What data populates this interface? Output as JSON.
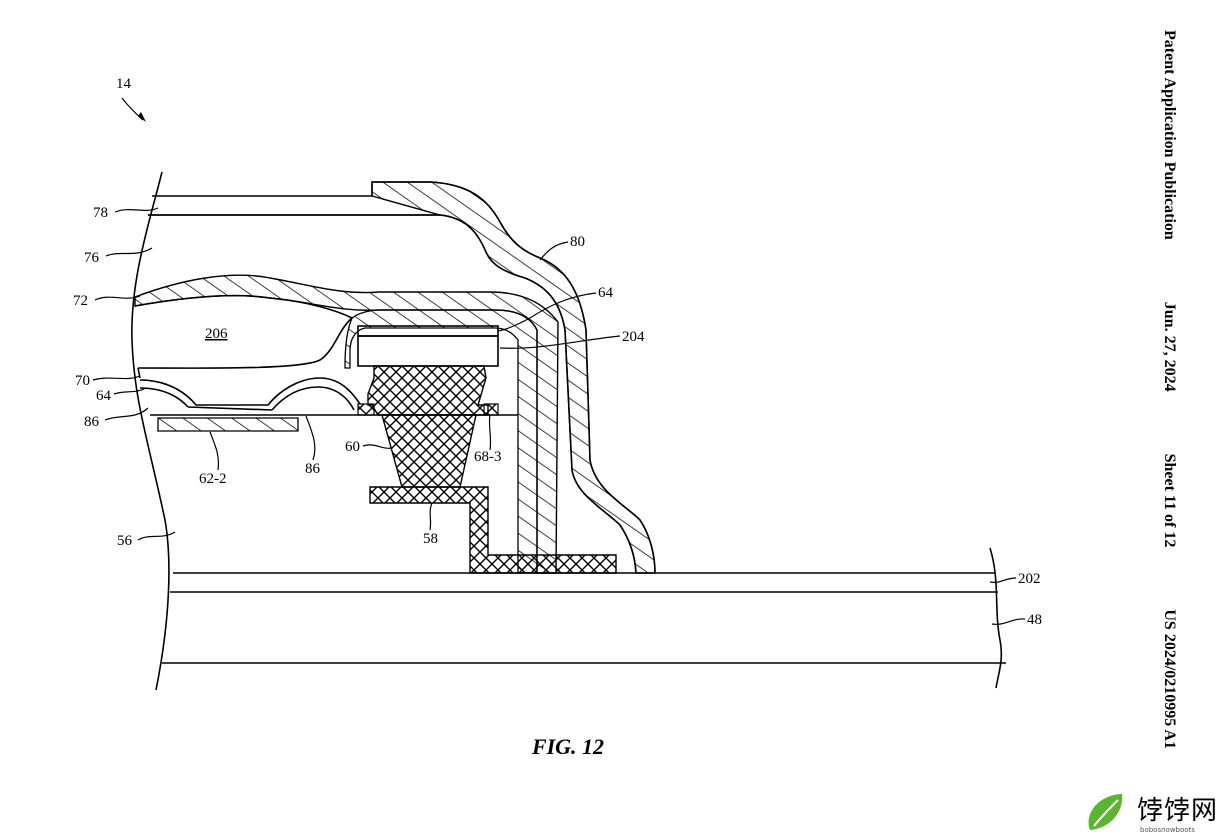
{
  "header": {
    "publication": "Patent Application Publication",
    "date": "Jun. 27, 2024",
    "sheet": "Sheet 11 of 12",
    "number": "US 2024/0210995 A1"
  },
  "figure": {
    "title": "FIG. 12",
    "ref_main": "14",
    "labels": {
      "l78": "78",
      "l76": "76",
      "l72": "72",
      "l206": "206",
      "l70": "70",
      "l64a": "64",
      "l86a": "86",
      "l62": "62-2",
      "l86b": "86",
      "l60": "60",
      "l683": "68-3",
      "l58": "58",
      "l56": "56",
      "l80": "80",
      "l64b": "64",
      "l204": "204",
      "l202": "202",
      "l48": "48"
    }
  },
  "watermark": {
    "text": "饽饽网",
    "sub": "bobosnowboots"
  }
}
